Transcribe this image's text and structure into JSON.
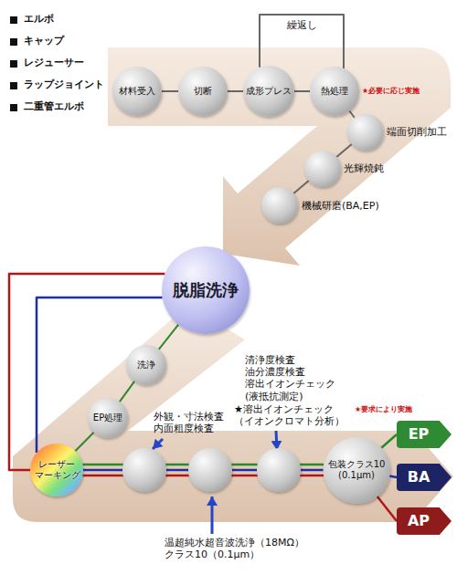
{
  "diagram": {
    "nodes": [
      {
        "text": [
          "材料受入"
        ]
      },
      {
        "text": [
          "切断"
        ]
      },
      {
        "text": [
          "成形プレス"
        ]
      },
      {
        "text": [
          "熱処理"
        ]
      },
      {
        "text": [
          "端面切削加工"
        ]
      },
      {
        "text": [
          "光輝焼鈍"
        ]
      },
      {
        "text": [
          "機械研磨(BA,EP)"
        ]
      },
      {
        "text": [
          "脱脂洗浄"
        ]
      },
      {
        "text": [
          "洗浄"
        ]
      },
      {
        "text": [
          "EP処理"
        ]
      },
      {
        "text": [
          "レーザー マーキング"
        ]
      },
      {
        "text": [
          "外観・寸法検査 内面粗度検査"
        ]
      },
      {
        "text": [
          "温超純水超音波洗浄（18MΩ） クラス10（0.1μm）"
        ]
      },
      {
        "text": [
          "清浄度検査 油分濃度検査 溶出イオンチェック (液抵抗測定)",
          "★溶出イオンチェック（イオンクロマト分析）"
        ]
      },
      {
        "text": [
          "包装クラス10 (0.1μm)"
        ]
      },
      {
        "text": [
          "EP"
        ]
      },
      {
        "text": [
          "BA"
        ]
      },
      {
        "text": [
          "AP"
        ]
      }
    ],
    "edges": [
      {
        "from": 0,
        "to": 1,
        "arrow": "none"
      },
      {
        "from": 1,
        "to": 2,
        "arrow": "none"
      },
      {
        "from": 2,
        "to": 3,
        "arrow": "none"
      },
      {
        "from": 3,
        "to": 2,
        "label": "繰返し",
        "arrow": "none"
      },
      {
        "from": 3,
        "to": 4,
        "arrow": "none"
      },
      {
        "from": 4,
        "to": 5,
        "arrow": "none"
      },
      {
        "from": 5,
        "to": 6,
        "arrow": "none"
      },
      {
        "from": 7,
        "to": 10,
        "arrow": "none"
      },
      {
        "from": 7,
        "to": 10,
        "arrow": "none"
      },
      {
        "from": 7,
        "to": 8,
        "arrow": "none"
      },
      {
        "from": 8,
        "to": 9,
        "arrow": "none"
      },
      {
        "from": 9,
        "to": 10,
        "arrow": "none"
      },
      {
        "from": 10,
        "to": 11,
        "arrow": "none"
      },
      {
        "from": 10,
        "to": 11,
        "arrow": "none"
      },
      {
        "from": 10,
        "to": 11,
        "arrow": "none"
      },
      {
        "from": 11,
        "to": 12,
        "arrow": "none"
      },
      {
        "from": 11,
        "to": 12,
        "arrow": "none"
      },
      {
        "from": 11,
        "to": 12,
        "arrow": "none"
      },
      {
        "from": 12,
        "to": 13,
        "arrow": "none"
      },
      {
        "from": 12,
        "to": 13,
        "arrow": "none"
      },
      {
        "from": 12,
        "to": 13,
        "arrow": "none"
      },
      {
        "from": 13,
        "to": 14,
        "arrow": "none"
      },
      {
        "from": 13,
        "to": 14,
        "arrow": "none"
      },
      {
        "from": 13,
        "to": 14,
        "arrow": "none"
      },
      {
        "from": 14,
        "to": 15,
        "arrow": "none"
      },
      {
        "from": 14,
        "to": 16,
        "arrow": "none"
      },
      {
        "from": 14,
        "to": 17,
        "arrow": "none"
      }
    ],
    "labels": [
      "エルボ",
      "キャップ",
      "レジューサー",
      "ラップジョイント",
      "二重管エルボ",
      "★必要に応じ実施",
      "★要求により実施"
    ]
  }
}
